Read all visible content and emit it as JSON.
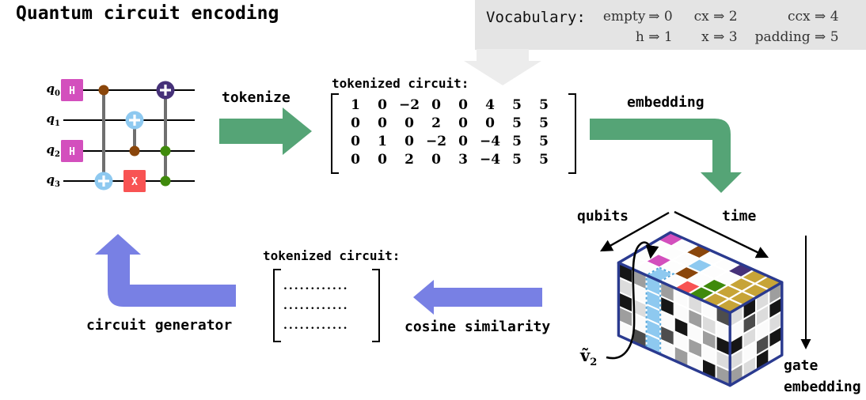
{
  "title": "Quantum circuit encoding",
  "vocabulary": {
    "label": "Vocabulary:",
    "arrow_glyph": "⇒",
    "entries": [
      {
        "token": "empty",
        "id": "0"
      },
      {
        "token": "h",
        "id": "1"
      },
      {
        "token": "cx",
        "id": "2"
      },
      {
        "token": "x",
        "id": "3"
      },
      {
        "token": "ccx",
        "id": "4"
      },
      {
        "token": "padding",
        "id": "5"
      }
    ]
  },
  "labels": {
    "tokenize": "tokenize",
    "tokenized_circuit_top": "tokenized circuit:",
    "embedding": "embedding",
    "qubits_axis": "qubits",
    "time_axis": "time",
    "gate_embedding_line1": "gate",
    "gate_embedding_line2": "embedding",
    "vector_base": "ṽ",
    "vector_sub": "2",
    "cosine_similarity": "cosine similarity",
    "tokenized_circuit_bottom": "tokenized circuit:",
    "circuit_generator": "circuit generator"
  },
  "circuit": {
    "qubits": [
      {
        "base": "q",
        "sub": "0"
      },
      {
        "base": "q",
        "sub": "1"
      },
      {
        "base": "q",
        "sub": "2"
      },
      {
        "base": "q",
        "sub": "3"
      }
    ],
    "gates": [
      {
        "type": "h",
        "qubit": 0,
        "col": 0,
        "label": "H"
      },
      {
        "type": "h",
        "qubit": 2,
        "col": 0,
        "label": "H"
      },
      {
        "type": "cx",
        "control": 0,
        "target": 3,
        "col": 1
      },
      {
        "type": "cx",
        "control": 2,
        "target": 1,
        "col": 2
      },
      {
        "type": "x",
        "qubit": 3,
        "col": 2,
        "label": "X"
      },
      {
        "type": "ccx",
        "controls": [
          2,
          3
        ],
        "target": 0,
        "col": 3
      }
    ]
  },
  "tokenized_matrix": {
    "rows": [
      [
        "1",
        "0",
        "−2",
        "0",
        "0",
        "4",
        "5",
        "5"
      ],
      [
        "0",
        "0",
        "0",
        "2",
        "0",
        "0",
        "5",
        "5"
      ],
      [
        "0",
        "1",
        "0",
        "−2",
        "0",
        "−4",
        "5",
        "5"
      ],
      [
        "0",
        "0",
        "2",
        "0",
        "3",
        "−4",
        "5",
        "5"
      ]
    ]
  },
  "placeholder_matrix": {
    "rows": [
      "............",
      "............",
      "............"
    ]
  },
  "cube": {
    "top_tokens": [
      [
        1,
        0,
        -2,
        0,
        0,
        4,
        5,
        5
      ],
      [
        0,
        0,
        0,
        2,
        0,
        0,
        5,
        5
      ],
      [
        0,
        1,
        0,
        -2,
        0,
        -4,
        5,
        5
      ],
      [
        0,
        0,
        2,
        0,
        3,
        -4,
        5,
        5
      ]
    ],
    "highlight": {
      "qubit": 3,
      "time": 2
    },
    "front_pattern": [
      [
        "k",
        "m",
        "b",
        "m",
        "w",
        "l",
        "w",
        "d"
      ],
      [
        "l",
        "w",
        "b",
        "k",
        "w",
        "m",
        "l",
        "w"
      ],
      [
        "k",
        "l",
        "b",
        "w",
        "k",
        "w",
        "m",
        "k"
      ],
      [
        "m",
        "w",
        "b",
        "d",
        "w",
        "m",
        "w",
        "l"
      ],
      [
        "w",
        "d",
        "b",
        "w",
        "m",
        "w",
        "k",
        "m"
      ]
    ],
    "right_pattern": [
      [
        "l",
        "k",
        "l",
        "m"
      ],
      [
        "w",
        "d",
        "l",
        "k"
      ],
      [
        "k",
        "l",
        "w",
        "l"
      ],
      [
        "l",
        "w",
        "d",
        "k"
      ],
      [
        "m",
        "l",
        "k",
        "w"
      ]
    ],
    "shade_map": {
      "w": "#fbfbfb",
      "l": "#dcdcdc",
      "m": "#9e9e9e",
      "d": "#4d4d4d",
      "k": "#161616",
      "b": "#8ec9f0"
    }
  },
  "token_colors": {
    "0": "empty",
    "1": "h_gate",
    "2": "cx_target",
    "-2": "cx_control",
    "3": "x_gate",
    "4": "ccx_target",
    "-4": "ccx_control",
    "5": "padding"
  },
  "colors": {
    "h_gate": "#d34fbd",
    "x_gate": "#f85353",
    "cx_target": "#8ec9f0",
    "cx_control": "#8a460b",
    "ccx_target": "#463179",
    "ccx_control": "#3f8a0c",
    "padding": "#c7a437",
    "empty": "#fdfdfd",
    "green_arrow": "#55a476",
    "purple_arrow": "#7880e4",
    "gray_arrow": "#ececec",
    "vocab_bg": "#e4e4e4",
    "cube_edge": "#2a3a8f",
    "wire": "#000000",
    "connector": "#6f6f6f",
    "highlight_dash": "#57a8db"
  }
}
